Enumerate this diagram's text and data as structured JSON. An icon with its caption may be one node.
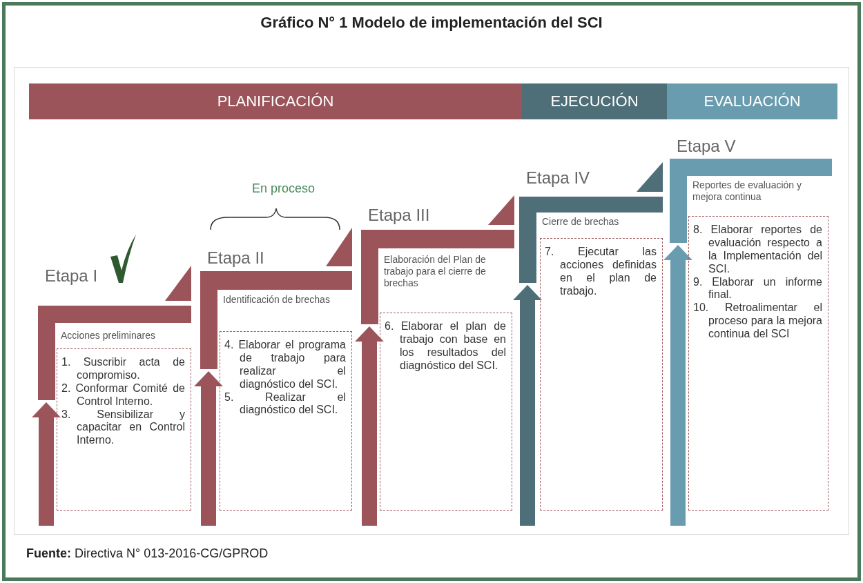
{
  "diagram": {
    "title": "Gráfico N° 1 Modelo de implementación del SCI",
    "caption": "**Fuente:** Directiva N° 013-2016-CG/GPROD",
    "nodes": [
      {
        "text": [
          "PLANIFICACIÓN"
        ]
      },
      {
        "text": [
          "EJECUCIÓN"
        ]
      },
      {
        "text": [
          "EVALUACIÓN"
        ]
      },
      {
        "text": [
          "Etapa I",
          "Acciones preliminares"
        ]
      },
      {
        "text": [
          "1. Suscribir acta de compromiso.",
          "2. Conformar Comité de Control Interno.",
          "3. Sensibilizar y capacitar en Control Interno."
        ]
      },
      {
        "text": [
          "Etapa II",
          "Identificación de brechas"
        ]
      },
      {
        "text": [
          "4. Elaborar el programa de trabajo para realizar el diagnóstico del SCI.",
          "5. Realizar el diagnóstico del SCI."
        ]
      },
      {
        "text": [
          "Etapa III",
          "Elaboración del Plan de trabajo para el cierre de brechas"
        ]
      },
      {
        "text": [
          "6. Elaborar el plan de trabajo con base en los resultados del diagnóstico del SCI."
        ]
      },
      {
        "text": [
          "Etapa IV",
          "Cierre de brechas"
        ]
      },
      {
        "text": [
          "7. Ejecutar las acciones definidas en el plan de trabajo."
        ]
      },
      {
        "text": [
          "Etapa V",
          "Reportes de evaluación y mejora continua"
        ]
      },
      {
        "text": [
          "8. Elaborar reportes de evaluación respecto a la Implementación del SCI.",
          "9. Elaborar un informe final.",
          "10. Retroalimentar el proceso para la mejora continua del SCI"
        ]
      }
    ],
    "edges": [
      {
        "from": null,
        "to": 3,
        "arrow": "to"
      },
      {
        "from": null,
        "to": 5,
        "arrow": "to"
      },
      {
        "from": null,
        "to": 7,
        "arrow": "to"
      },
      {
        "from": null,
        "to": 9,
        "arrow": "to",
        "color": "#4e6e78"
      },
      {
        "from": null,
        "to": 11,
        "arrow": "to",
        "color": "#6a9cb0"
      }
    ],
    "labels": [
      "En proceso"
    ]
  }
}
